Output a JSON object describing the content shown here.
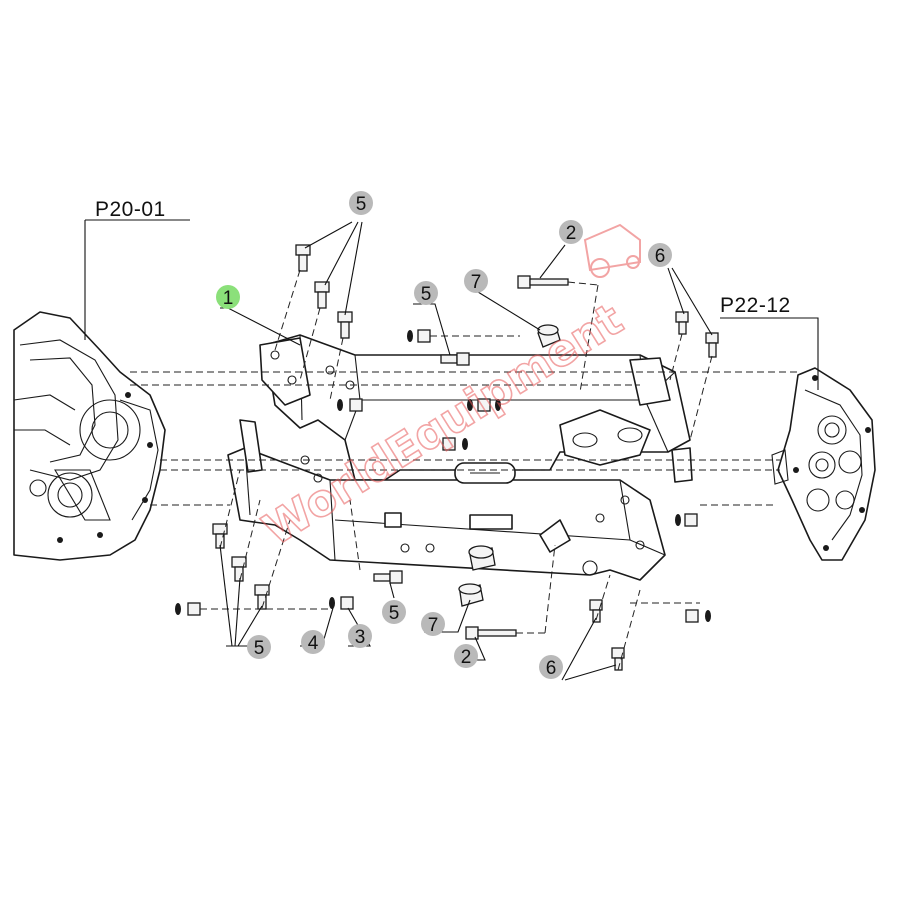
{
  "references": {
    "left_assembly": "P20-01",
    "right_assembly": "P22-12"
  },
  "callouts": [
    {
      "id": "c1",
      "label": "1",
      "highlight": true
    },
    {
      "id": "c2a",
      "label": "2"
    },
    {
      "id": "c2b",
      "label": "2"
    },
    {
      "id": "c3",
      "label": "3"
    },
    {
      "id": "c4",
      "label": "4"
    },
    {
      "id": "c5a",
      "label": "5"
    },
    {
      "id": "c5b",
      "label": "5"
    },
    {
      "id": "c5c",
      "label": "5"
    },
    {
      "id": "c5d",
      "label": "5"
    },
    {
      "id": "c6a",
      "label": "6"
    },
    {
      "id": "c6b",
      "label": "6"
    },
    {
      "id": "c7a",
      "label": "7"
    },
    {
      "id": "c7b",
      "label": "7"
    }
  ],
  "colors": {
    "callout_bubble": "#b9b9b9",
    "callout_highlight": "#8be07a",
    "watermark": "#e85a5a"
  },
  "watermark": {
    "text": "WorldEquipment",
    "icon": "tractor-icon"
  }
}
